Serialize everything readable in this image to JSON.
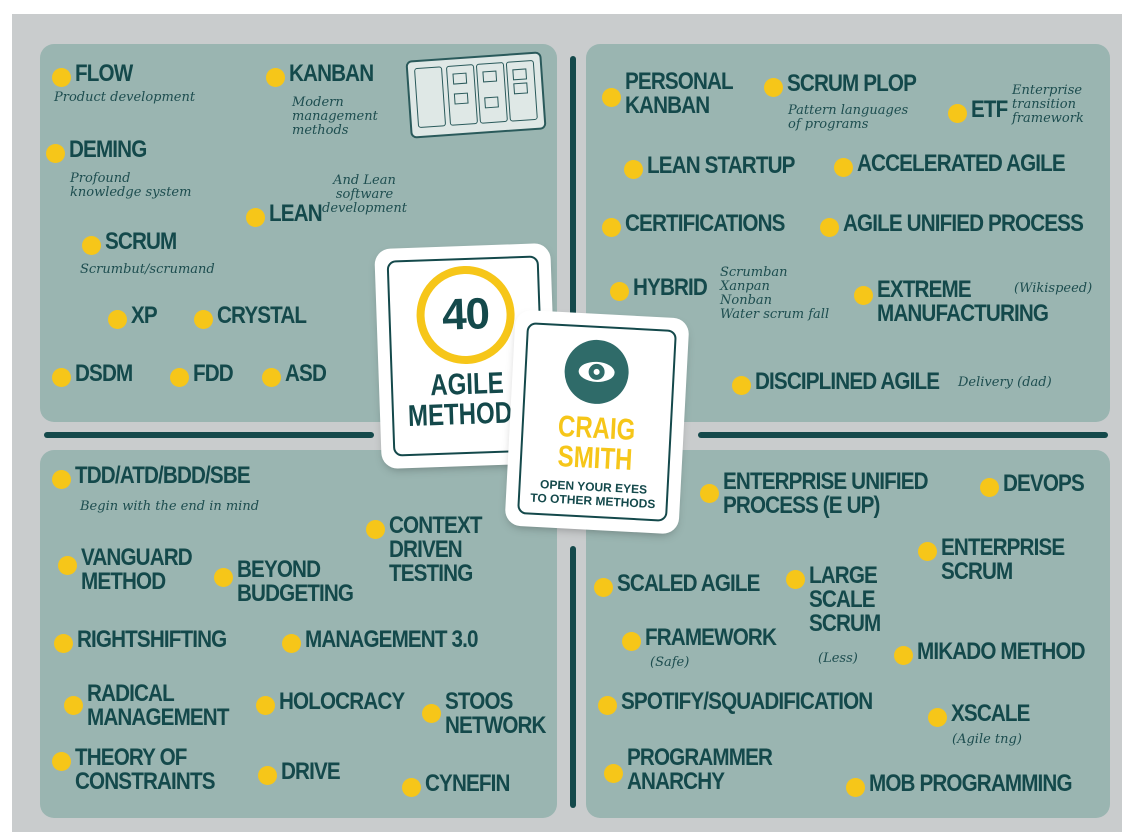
{
  "center": {
    "number": "40",
    "title_line1": "AGILE",
    "title_line2": "METHODS",
    "author_line1": "CRAIG",
    "author_line2": "SMITH",
    "tagline_line1": "OPEN YOUR EYES",
    "tagline_line2": "TO OTHER METHODS"
  },
  "top_left": {
    "flow": "FLOW",
    "flow_note": "Product development",
    "kanban": "KANBAN",
    "kanban_note": "Modern\nmanagement\nmethods",
    "deming": "DEMING",
    "deming_note": "Profound\nknowledge system",
    "lean": "LEAN",
    "lean_note": "And Lean\nsoftware\ndevelopment",
    "scrum": "SCRUM",
    "scrum_note": "Scrumbut/scrumand",
    "xp": "XP",
    "crystal": "CRYSTAL",
    "dsdm": "DSDM",
    "fdd": "FDD",
    "asd": "ASD"
  },
  "top_right": {
    "personal_kanban": "PERSONAL\nKANBAN",
    "scrum_plop": "SCRUM PLOP",
    "scrum_plop_note": "Pattern languages\nof programs",
    "etf": "ETF",
    "etf_note": "Enterprise\ntransition\nframework",
    "lean_startup": "LEAN STARTUP",
    "accelerated_agile": "ACCELERATED AGILE",
    "certifications": "CERTIFICATIONS",
    "agile_unified_process": "AGILE UNIFIED PROCESS",
    "hybrid": "HYBRID",
    "hybrid_note": "Scrumban\nXanpan\nNonban\nWater scrum fall",
    "extreme_manufacturing": "EXTREME\nMANUFACTURING",
    "extreme_note": "(Wikispeed)",
    "disciplined_agile": "DISCIPLINED AGILE",
    "disciplined_note": "Delivery (dad)"
  },
  "bottom_left": {
    "tdd": "TDD/ATD/BDD/SBE",
    "tdd_note": "Begin with the end in mind",
    "context_driven": "CONTEXT\nDRIVEN\nTESTING",
    "vanguard": "VANGUARD\nMETHOD",
    "beyond_budgeting": "BEYOND\nBUDGETING",
    "rightshifting": "RIGHTSHIFTING",
    "management30": "MANAGEMENT 3.0",
    "radical_management": "RADICAL\nMANAGEMENT",
    "holocracy": "HOLOCRACY",
    "stoos_network": "STOOS\nNETWORK",
    "theory_of_constraints": "THEORY OF\nCONSTRAINTS",
    "drive": "DRIVE",
    "cynefin": "CYNEFIN"
  },
  "bottom_right": {
    "enterprise_unified": "ENTERPRISE UNIFIED\nPROCESS (E UP)",
    "devops": "DEVOPS",
    "enterprise_scrum": "ENTERPRISE\nSCRUM",
    "scaled_agile": "SCALED AGILE",
    "large_scale_scrum": "LARGE\nSCALE\nSCRUM",
    "less_note": "(Less)",
    "framework": "FRAMEWORK",
    "safe_note": "(Safe)",
    "mikado_method": "MIKADO METHOD",
    "spotify": "SPOTIFY/SQUADIFICATION",
    "xscale": "XSCALE",
    "xscale_note": "(Agile tng)",
    "programmer_anarchy": "PROGRAMMER\nANARCHY",
    "mob_programming": "MOB PROGRAMMING"
  },
  "colors": {
    "frame": "#c9cccd",
    "panel": "#9ab5b1",
    "ink": "#14494b",
    "accent_yellow": "#f6c619"
  }
}
